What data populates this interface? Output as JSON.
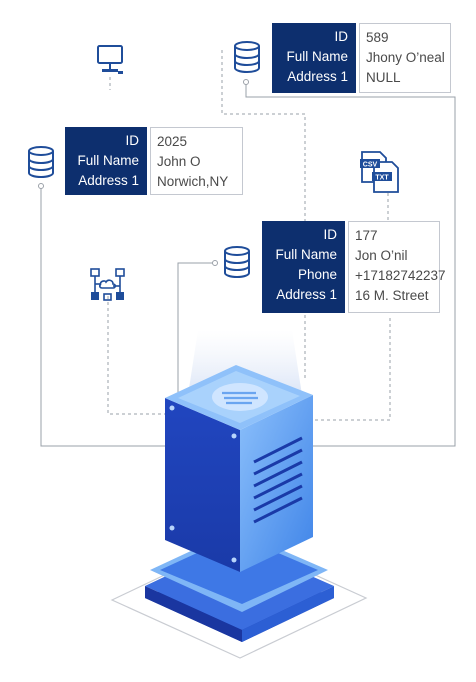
{
  "colors": {
    "navy": "#0d2f6e",
    "icon_blue": "#1f4d9a",
    "server_blue": "#1f4fc8",
    "server_light": "#5f9ff2",
    "line_gray": "#9aa0a8"
  },
  "cards": [
    {
      "rows": [
        {
          "key": "ID",
          "value": "589"
        },
        {
          "key": "Full Name",
          "value": "Jhony O’neal"
        },
        {
          "key": "Address 1",
          "value": "NULL"
        }
      ]
    },
    {
      "rows": [
        {
          "key": "ID",
          "value": "2025"
        },
        {
          "key": "Full Name",
          "value": "John O"
        },
        {
          "key": "Address 1",
          "value": "Norwich,NY"
        }
      ]
    },
    {
      "rows": [
        {
          "key": "ID",
          "value": "177"
        },
        {
          "key": "Full Name",
          "value": "Jon O’nil"
        },
        {
          "key": "Phone",
          "value": "+17182742237"
        },
        {
          "key": "Address 1",
          "value": "16 M. Street"
        }
      ]
    }
  ],
  "icons": {
    "file_badges": {
      "csv": "CSV",
      "txt": "TXT"
    },
    "names": [
      "monitor-icon",
      "database-icon",
      "csv-txt-files-icon",
      "network-icon",
      "server-icon"
    ]
  }
}
